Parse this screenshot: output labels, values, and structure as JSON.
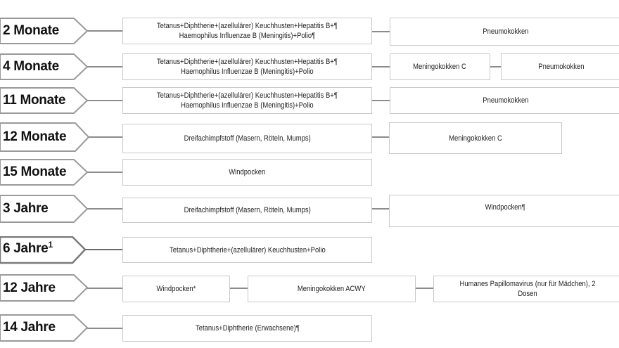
{
  "rows": [
    {
      "age": "2 Monate",
      "items": [
        "Tetanus+Diphtherie+(azellulärer) Keuchhusten+Hepatitis B+¶\nHaemophilus Influenzae B (Meningitis)+Polio¶",
        "Pneumokokken"
      ]
    },
    {
      "age": "4 Monate",
      "items": [
        "Tetanus+Diphtherie+(azellulärer) Keuchhusten+Hepatitis B+¶\nHaemophilus Influenzae B (Meningitis)+Polio",
        "Meningokokken C",
        "Pneumokokken"
      ]
    },
    {
      "age": "11 Monate",
      "items": [
        "Tetanus+Diphtherie+(azellulärer) Keuchhusten+Hepatitis B+¶\nHaemophilus Influenzae B (Meningitis)+Polio",
        "Pneumokokken"
      ]
    },
    {
      "age": "12 Monate",
      "items": [
        "Dreifachimpfstoff (Masern, Röteln, Mumps)",
        "Meningokokken C"
      ]
    },
    {
      "age": "15 Monate",
      "items": [
        "Windpocken"
      ]
    },
    {
      "age": "3 Jahre",
      "items": [
        "Dreifachimpfstoff (Masern, Röteln, Mumps)",
        "Windpocken¶"
      ]
    },
    {
      "age": "6 Jahre",
      "age_sup": "1",
      "items": [
        "Tetanus+Diphtherie+(azellulärer) Keuchhusten+Polio"
      ]
    },
    {
      "age": "12 Jahre",
      "items": [
        "Windpocken*",
        "Meningokokken ACWY",
        "Humanes Papillomavirus (nur für Mädchen), 2 Dosen"
      ]
    },
    {
      "age": "14 Jahre",
      "items": [
        "Tetanus+Diphtherie (Erwachsene)¶"
      ]
    }
  ]
}
